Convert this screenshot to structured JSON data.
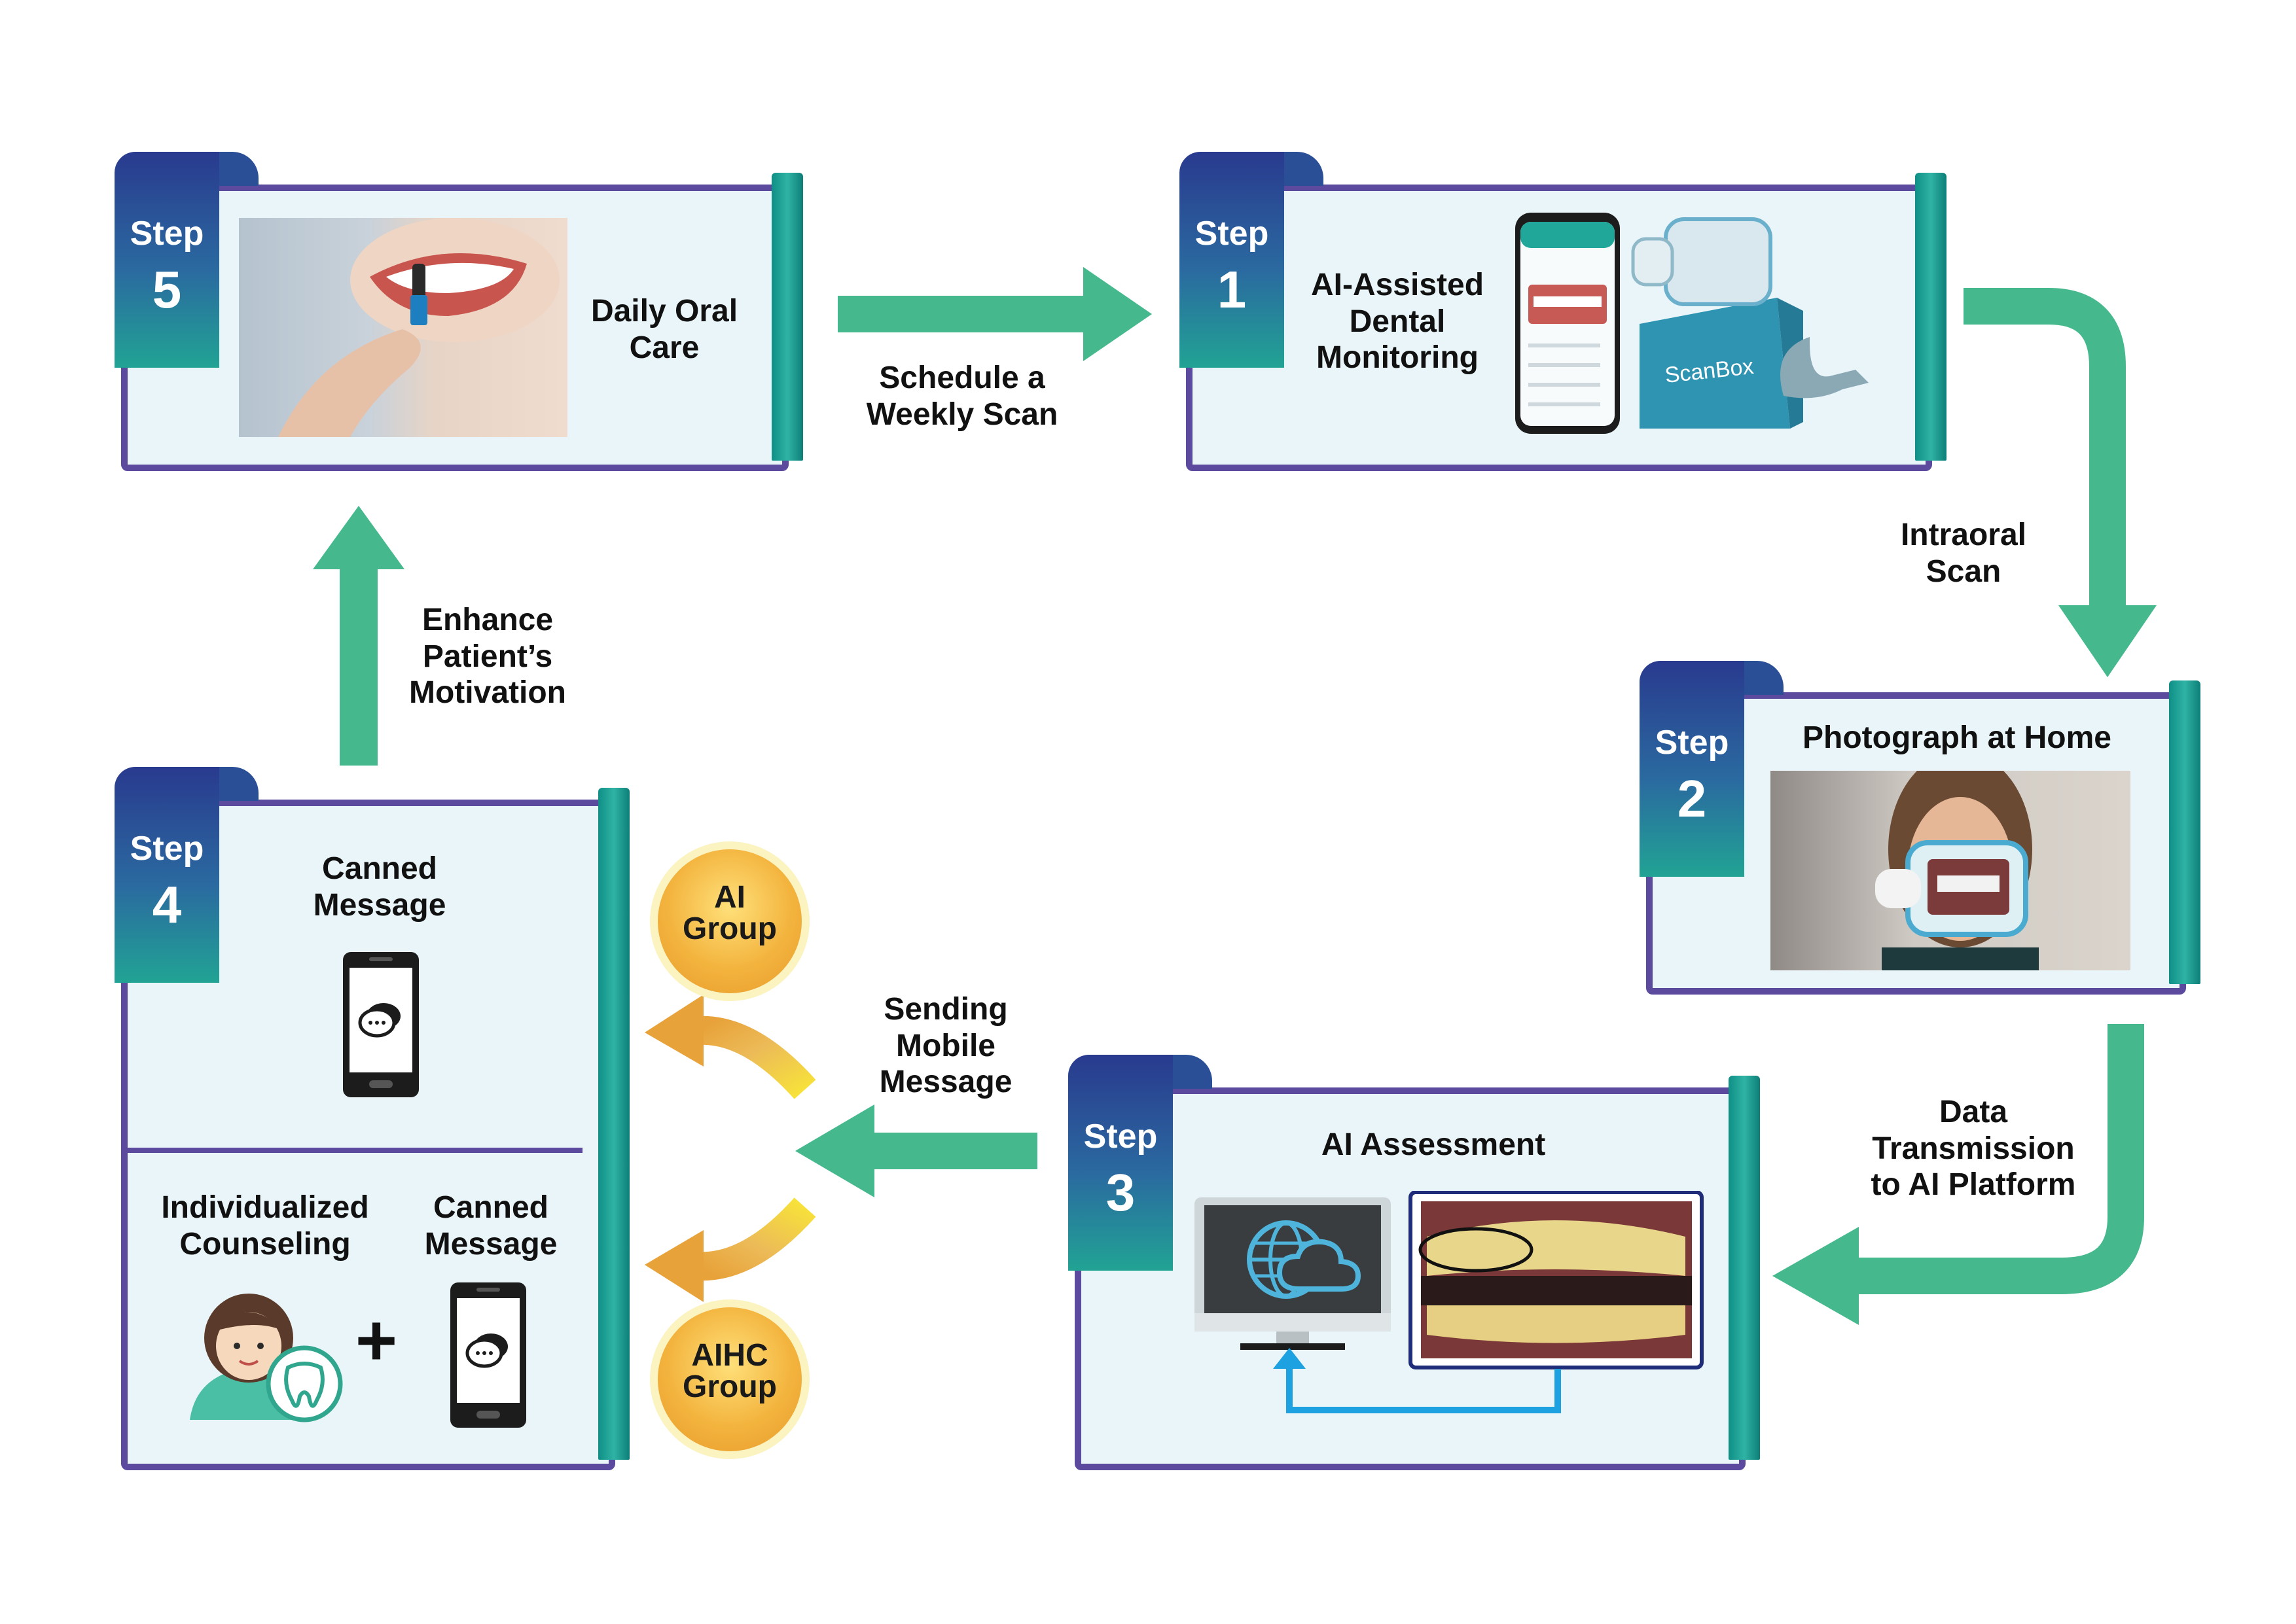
{
  "colors": {
    "arrow_green": "#45b98d",
    "card_fill": "#e9f5f8",
    "card_border": "#5b4a9e",
    "tab_top": "#293a8e",
    "tab_bottom": "#21a394",
    "ribbon": "#1fa89a",
    "gold": "#f3c23f",
    "blue_link": "#1da1e0"
  },
  "steps": {
    "step5": {
      "word": "Step",
      "num": "5",
      "title": "Daily Oral\nCare"
    },
    "step1": {
      "word": "Step",
      "num": "1",
      "title": "AI-Assisted\nDental\nMonitoring",
      "device_brand": "ScanBox"
    },
    "step2": {
      "word": "Step",
      "num": "2",
      "title": "Photograph at Home"
    },
    "step3": {
      "word": "Step",
      "num": "3",
      "title": "AI Assessment"
    },
    "step4": {
      "word": "Step",
      "num": "4",
      "top_title": "Canned\nMessage",
      "bottom_left_title": "Individualized\nCounseling",
      "bottom_right_title": "Canned\nMessage",
      "plus": "+"
    }
  },
  "arrows": {
    "schedule": "Schedule a\nWeekly Scan",
    "intraoral": "Intraoral\nScan",
    "transmission": "Data\nTransmission\nto AI Platform",
    "sending": "Sending\nMobile\nMessage",
    "motivation": "Enhance\nPatient’s\nMotivation"
  },
  "groups": {
    "ai": "AI\nGroup",
    "aihc": "AIHC\nGroup"
  },
  "icons": {
    "phone": "smartphone-chat-icon",
    "monitor": "monitor-globe-cloud-icon",
    "nurse": "nurse-avatar-icon",
    "tooth": "tooth-icon"
  }
}
